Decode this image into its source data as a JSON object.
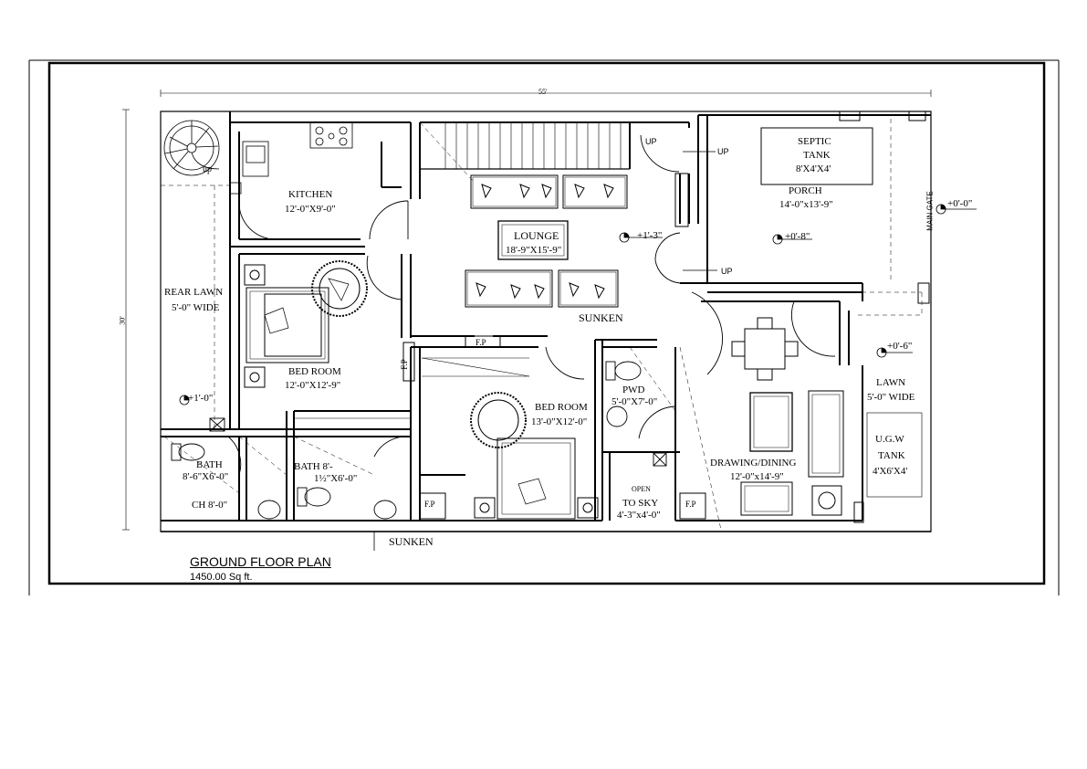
{
  "plan": {
    "title": "GROUND FLOOR PLAN",
    "area": "1450.00 Sq ft.",
    "overall_width": "55'",
    "overall_depth": "30'"
  },
  "rooms": {
    "kitchen": {
      "name": "KITCHEN",
      "size": "12'-0\"X9'-0\""
    },
    "lounge": {
      "name": "LOUNGE",
      "size": "18'-9\"X15'-9\""
    },
    "septic": {
      "line1": "SEPTIC",
      "line2": "TANK",
      "line3": "8'X4'X4'"
    },
    "porch": {
      "name": "PORCH",
      "size": "14'-0\"x13'-9\""
    },
    "rear_lawn": {
      "name": "REAR LAWN",
      "size": "5'-0\" WIDE"
    },
    "bedroom1": {
      "name": "BED ROOM",
      "size": "12'-0\"X12'-9\""
    },
    "bedroom2": {
      "name": "BED ROOM",
      "size": "13'-0\"X12'-0\""
    },
    "pwd": {
      "name": "PWD",
      "size": "5'-0\"X7'-0\""
    },
    "lawn": {
      "name": "LAWN",
      "size": "5'-0\" WIDE"
    },
    "ugw": {
      "line1": "U.G.W",
      "line2": "TANK",
      "line3": "4'X6'X4'"
    },
    "drawing": {
      "name": "DRAWING/DINING",
      "size": "12'-0\"x14'-9\""
    },
    "bath1": {
      "name": "BATH",
      "size": "8'-6\"X6'-0\"",
      "ch": "CH 8'-0\""
    },
    "bath2": {
      "name": "BATH 8'-",
      "size": "1½\"X6'-0\""
    },
    "open_sky": {
      "line1": "OPEN",
      "line2": "TO SKY",
      "line3": "4'-3\"x4'-0\""
    }
  },
  "labels": {
    "sunken": "SUNKEN",
    "fp": "F.P",
    "up": "UP",
    "up_small": "up",
    "main_gate": "MAIN GATE",
    "level_000": "+0'-0\"",
    "level_06": "+0'-6\"",
    "level_08": "+0'-8\"",
    "level_13": "+1'-3\"",
    "level_10": "+1'-0\""
  }
}
